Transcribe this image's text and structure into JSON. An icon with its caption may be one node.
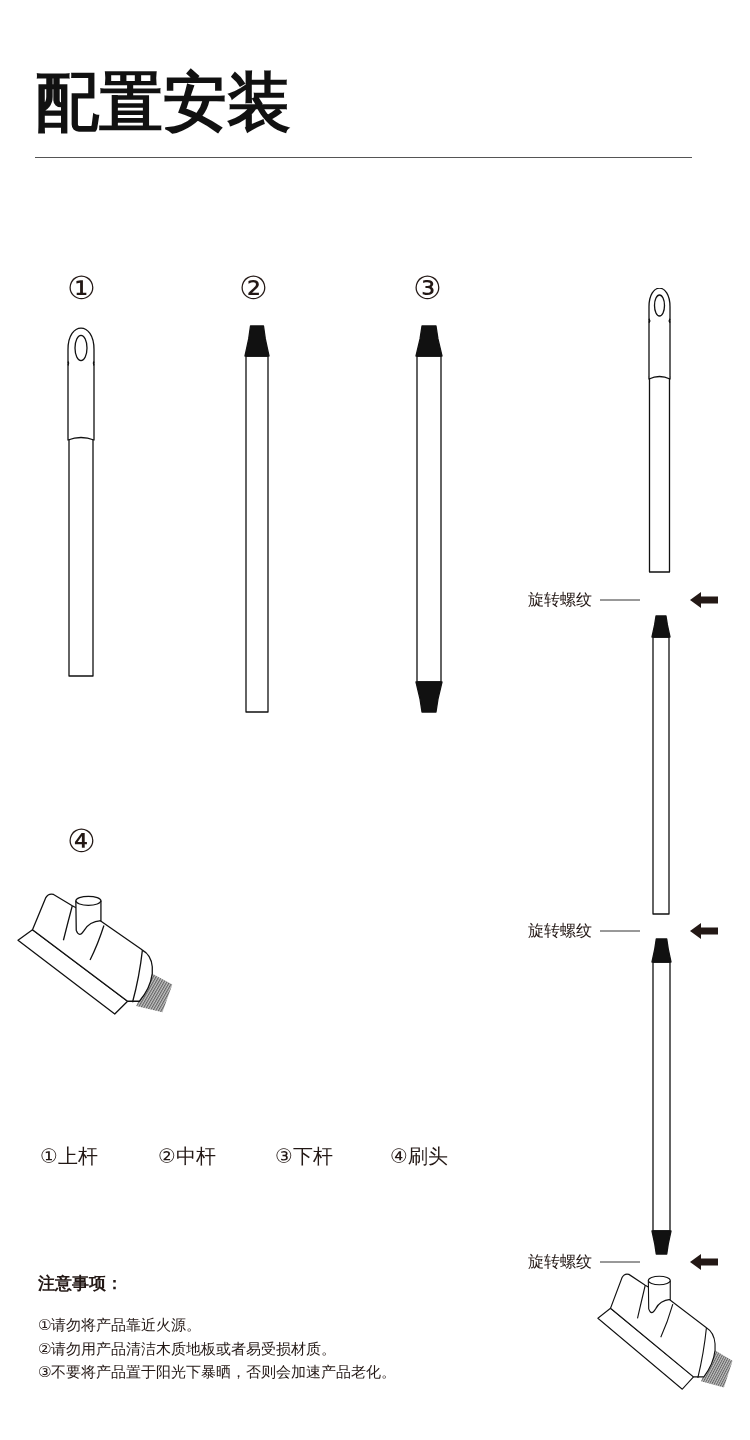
{
  "diagram": {
    "title": "配置安装",
    "nodes": [
      {
        "text": [
          "旋转螺纹"
        ]
      },
      {
        "text": [
          "旋转螺纹"
        ]
      },
      {
        "text": [
          "旋转螺纹"
        ]
      }
    ],
    "edges": [
      {
        "from": 0,
        "to": null,
        "arrow": "none"
      },
      {
        "from": 1,
        "to": null,
        "arrow": "none"
      },
      {
        "from": 2,
        "to": null,
        "arrow": "none"
      }
    ],
    "labels": [
      "①",
      "②",
      "③",
      "④",
      "①上杆",
      "②中杆",
      "③下杆",
      "④刷头",
      "注意事项：",
      "①请勿将产品靠近火源。",
      "②请勿用产品清洁木质地板或者易受损材质。",
      "③不要将产品置于阳光下暴晒，否则会加速产品老化。"
    ]
  }
}
